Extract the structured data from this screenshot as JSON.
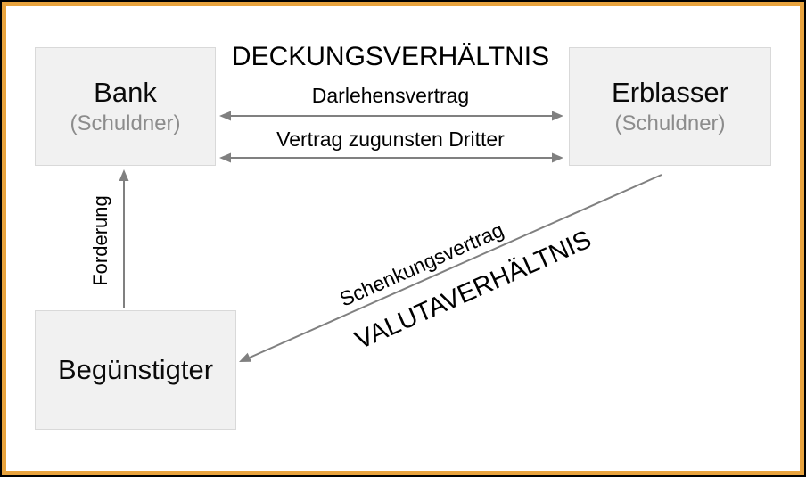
{
  "diagram": {
    "header": {
      "deckung_title": "DECKUNGSVERHÄLTNIS"
    },
    "boxes": {
      "bank": {
        "title": "Bank",
        "subtitle": "(Schuldner)"
      },
      "erblasser": {
        "title": "Erblasser",
        "subtitle": "(Schuldner)"
      },
      "beguenstigter": {
        "title": "Begünstigter"
      }
    },
    "edges": {
      "darlehensvertrag": "Darlehensvertrag",
      "vertrag_zugunsten_dritter": "Vertrag zugunsten Dritter",
      "forderung": "Forderung",
      "schenkungsvertrag": "Schenkungsvertrag",
      "valuta_title": "VALUTAVERHÄLTNIS"
    }
  },
  "colors": {
    "frame_border": "#E8A33D",
    "arrow": "#808080",
    "box_fill": "#F1F1F1",
    "box_border": "#D9D9D9",
    "muted_text": "#8C8C8C",
    "text": "#000000"
  }
}
